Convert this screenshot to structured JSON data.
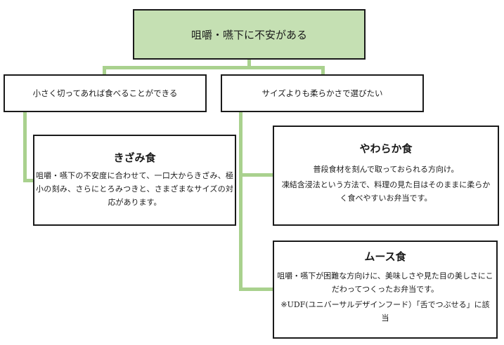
{
  "root": {
    "label": "咀嚼・嚥下に不安がある"
  },
  "branches": [
    {
      "label": "小さく切ってあれば食べることができる"
    },
    {
      "label": "サイズよりも柔らかさで選びたい"
    }
  ],
  "cards": {
    "kizami": {
      "title": "きざみ食",
      "body": "咀嚼・嚥下の不安度に合わせて、一口大からきざみ、極小の刻み、さらにとろみつきと、さまざまなサイズの対応があります。"
    },
    "yawaraka": {
      "title": "やわらか食",
      "body1": "普段食材を刻んで取っておられる方向け。",
      "body2": "凍結含浸法という方法で、料理の見た目はそのままに柔らかく食べやすいお弁当です。"
    },
    "mousse": {
      "title": "ムース食",
      "body1": "咀嚼・嚥下が困難な方向けに、美味しさや見た目の美しさにこだわってつくったお弁当です。",
      "body2": "※UDF(ユニバーサルデザインフード）「舌でつぶせる」に該当"
    }
  },
  "colors": {
    "connector": "#a9d18e",
    "root_fill": "#c5e0b3",
    "border": "#1a1a1a"
  }
}
